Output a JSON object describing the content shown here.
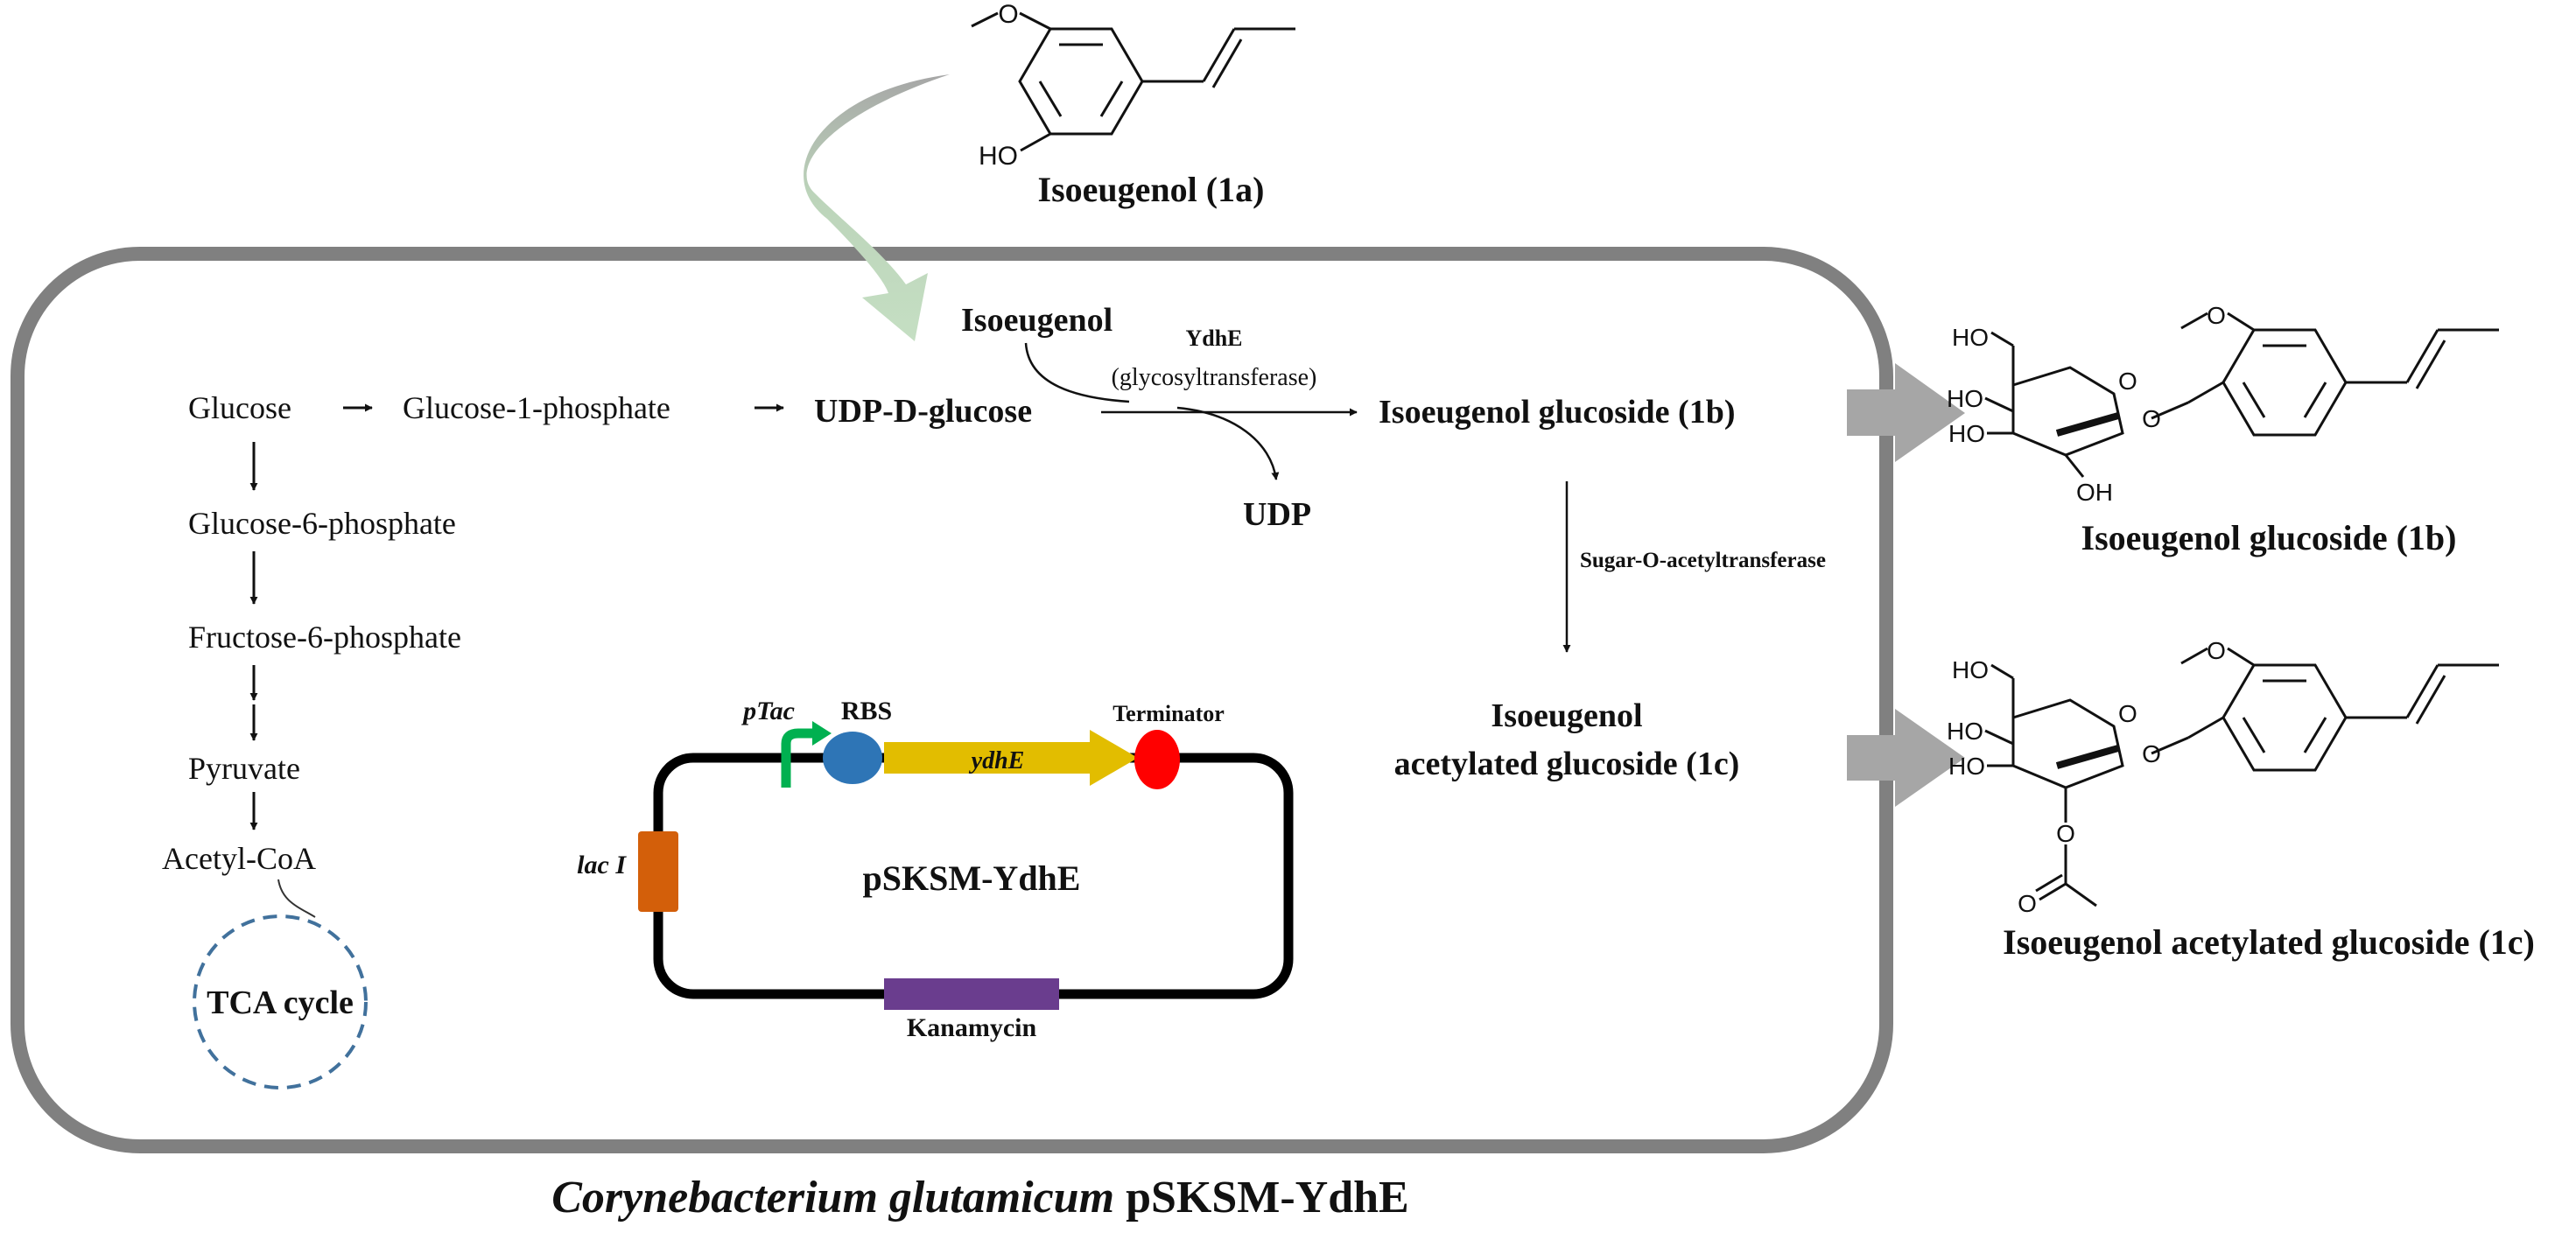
{
  "external": {
    "substrate_label": "Isoeugenol (1a)",
    "products": {
      "glucoside_label": "Isoeugenol glucoside (1b)",
      "acetylated_label": "Isoeugenol acetylated glucoside (1c)"
    }
  },
  "cell": {
    "caption_species": "Corynebacterium glutamicum",
    "caption_strain": "pSKSM-YdhE",
    "metabolism": {
      "glucose": "Glucose",
      "g1p": "Glucose-1-phosphate",
      "udp_glucose": "UDP-D-glucose",
      "g6p": "Glucose-6-phosphate",
      "f6p": "Fructose-6-phosphate",
      "pyruvate": "Pyruvate",
      "acetyl_coa": "Acetyl-CoA",
      "tca": "TCA cycle"
    },
    "reaction": {
      "isoeugenol": "Isoeugenol",
      "enzyme_name": "YdhE",
      "enzyme_class": "(glycosyltransferase)",
      "udp": "UDP",
      "glucoside": "Isoeugenol glucoside (1b)",
      "acetyltransferase": "Sugar-O-acetyltransferase",
      "acetylated_line1": "Isoeugenol",
      "acetylated_line2": "acetylated glucoside (1c)"
    },
    "plasmid": {
      "name": "pSKSM-YdhE",
      "promoter": "pTac",
      "rbs": "RBS",
      "gene": "ydhE",
      "terminator": "Terminator",
      "repressor": "lac I",
      "resistance": "Kanamycin"
    }
  },
  "structure_labels": {
    "ho": "HO",
    "oh": "OH",
    "o": "O"
  },
  "colors": {
    "cell_border": "#808080",
    "uptake_arrow": "#c5dfc3",
    "export_arrow": "#a6a6a6",
    "tca_circle": "#41719c",
    "promoter": "#00b050",
    "rbs": "#2e75b6",
    "gene": "#e2bd00",
    "terminator": "#ff0000",
    "lac_i": "#d35f0a",
    "kanamycin": "#6a3d8e"
  }
}
